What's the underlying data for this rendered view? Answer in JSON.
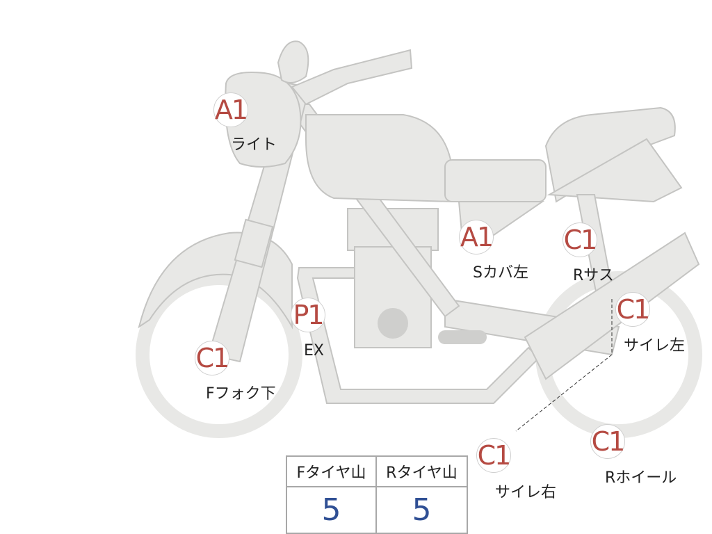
{
  "diagram": {
    "subject": "motorcycle-inspection-map",
    "colors": {
      "code": "#b54a42",
      "value": "#2f4f94",
      "body": "#e8e8e6"
    },
    "points": [
      {
        "id": "light",
        "code": "A1",
        "label": "ライト"
      },
      {
        "id": "side-cover",
        "code": "A1",
        "label": "Sカバ左"
      },
      {
        "id": "exhaust",
        "code": "P1",
        "label": "EX"
      },
      {
        "id": "fork",
        "code": "C1",
        "label": "Fフォク下"
      },
      {
        "id": "rear-sus",
        "code": "C1",
        "label": "Rサス"
      },
      {
        "id": "muffler-l",
        "code": "C1",
        "label": "サイレ左"
      },
      {
        "id": "muffler-r",
        "code": "C1",
        "label": "サイレ右"
      },
      {
        "id": "rear-wheel",
        "code": "C1",
        "label": "Rホイール"
      }
    ]
  },
  "tire_table": {
    "headers": [
      "Fタイヤ山",
      "Rタイヤ山"
    ],
    "values": [
      "5",
      "5"
    ]
  }
}
